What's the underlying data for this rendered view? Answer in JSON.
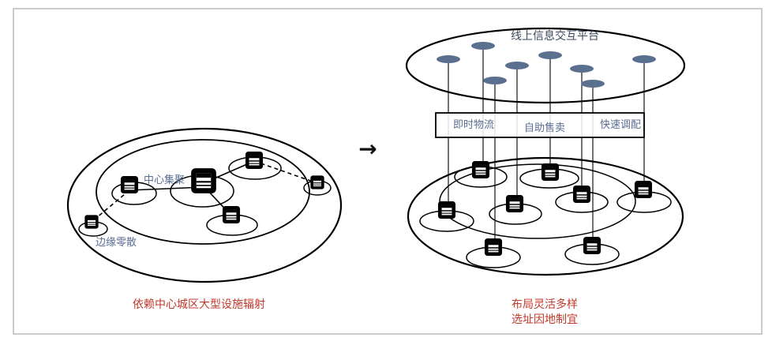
{
  "left": {
    "center_label": "中心集聚",
    "edge_label": "边缘零散",
    "caption": "依赖中心城区大型设施辐射"
  },
  "right": {
    "platform_label": "线上信息交互平台",
    "band": {
      "item1": "即时物流",
      "item2": "自助售卖",
      "item3": "快速调配"
    },
    "caption_line1": "布局灵活多样",
    "caption_line2": "选址因地制宜"
  },
  "arrow": "→",
  "colors": {
    "node_dot": "#5b6f8f",
    "label_blue": "#5a6e90",
    "caption_red": "#c0392b"
  }
}
